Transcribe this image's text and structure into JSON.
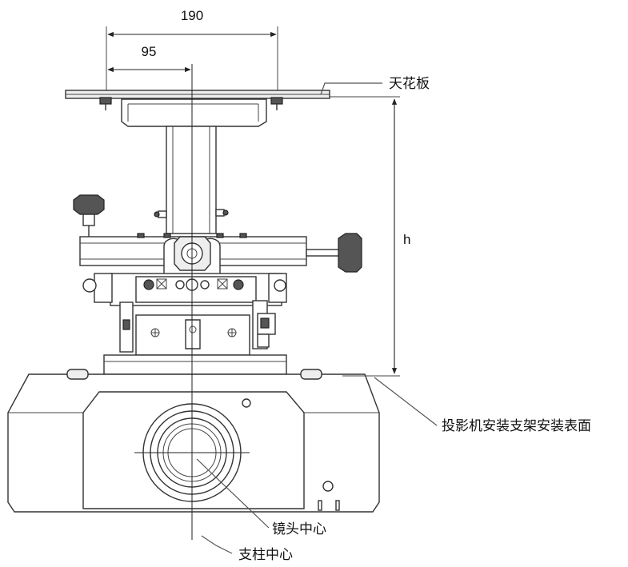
{
  "dimensions": {
    "width_total": "190",
    "width_half": "95",
    "height": "h"
  },
  "labels": {
    "ceiling": "天花板",
    "mount_surface": "投影机安装支架安装表面",
    "lens_center": "镜头中心",
    "pole_center": "支柱中心"
  }
}
